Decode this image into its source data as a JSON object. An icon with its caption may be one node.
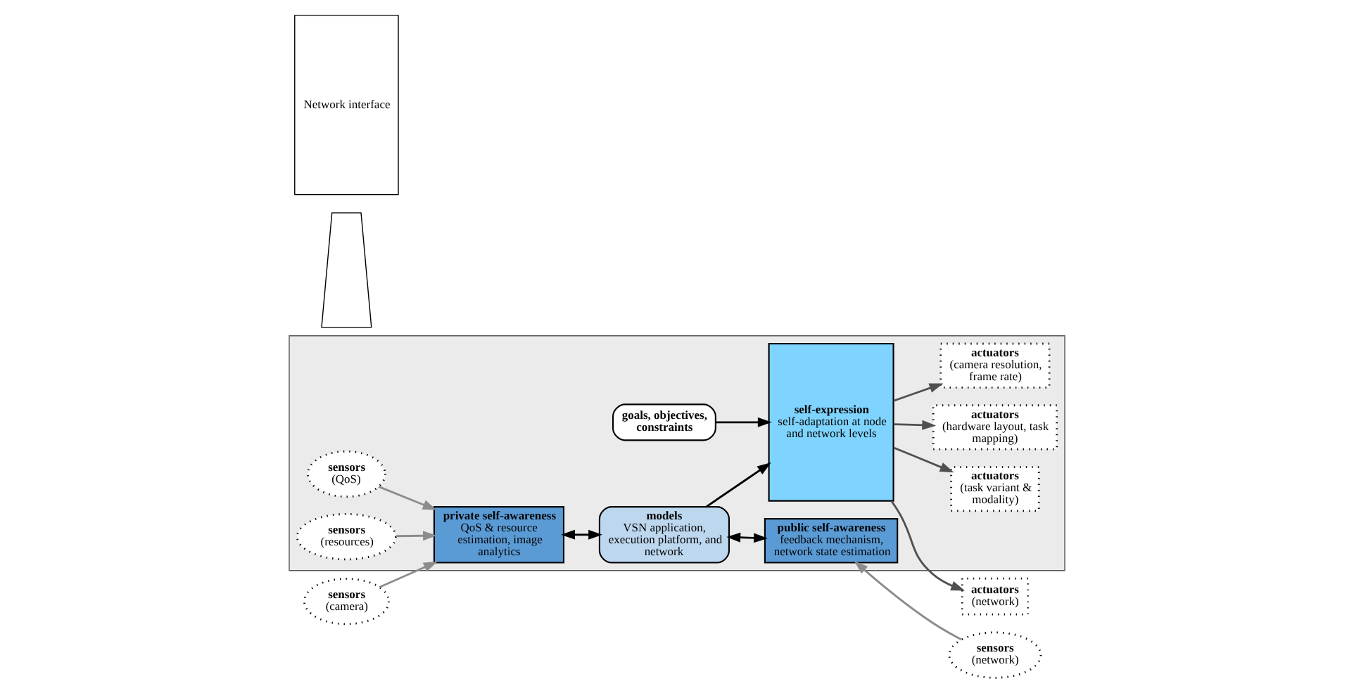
{
  "diagram": {
    "nodes": [
      {
        "text": [],
        "shape": "box"
      },
      {
        "text": [],
        "shape": "trapezoid"
      },
      {
        "text": [
          "sensors",
          "(QoS)"
        ],
        "in": 0
      },
      {
        "text": [
          "sensors",
          "(camera)"
        ]
      },
      {
        "text": [
          "private self-awareness",
          "QoS & resource estimation, image analytics"
        ],
        "in": 0
      },
      {
        "text": [
          "models",
          "VSN application, execution platform, and network"
        ],
        "in": 0
      },
      {
        "text": [
          "public self-awareness",
          "feedback mechanism, network state estimation"
        ],
        "in": 0
      },
      {
        "text": [
          "sensors",
          "(network)"
        ]
      },
      {
        "text": [
          "sensors",
          "(resources)"
        ],
        "in": 0
      },
      {
        "text": [
          "actuators",
          "(hardware layout, task mapping)"
        ],
        "in": 0
      },
      {
        "text": [
          "self-expression",
          "self-adaptation at node and network levels"
        ],
        "in": 0
      },
      {
        "text": [
          "goals, objectives, constraints"
        ],
        "in": 0
      },
      {
        "text": [
          "actuators",
          "(camera resolution, frame rate)"
        ],
        "in": 0
      },
      {
        "text": [
          "actuators",
          "(task variant & modality)"
        ],
        "in": 0
      },
      {
        "text": [
          "actuators",
          "(network)"
        ]
      },
      {
        "text": [
          "Network interface"
        ]
      }
    ],
    "edges": [
      {
        "from": 2,
        "to": 4,
        "arrow": "to",
        "color": "#8c8c8c"
      },
      {
        "from": 3,
        "to": 4,
        "arrow": "to",
        "color": "#8c8c8c"
      },
      {
        "from": 8,
        "to": 4,
        "arrow": "to",
        "color": "#8c8c8c"
      },
      {
        "from": 4,
        "to": 5,
        "arrow": "both",
        "color": "#000000"
      },
      {
        "from": 5,
        "to": 6,
        "arrow": "both",
        "color": "#000000"
      },
      {
        "from": 7,
        "to": 6,
        "arrow": "to",
        "color": "#8c8c8c"
      },
      {
        "from": 5,
        "to": 10,
        "arrow": "to",
        "color": "#000000"
      },
      {
        "from": 11,
        "to": 10,
        "arrow": "to",
        "color": "#000000"
      },
      {
        "from": 10,
        "to": 9,
        "arrow": "to",
        "color": "#505050"
      },
      {
        "from": 10,
        "to": 12,
        "arrow": "to",
        "color": "#505050"
      },
      {
        "from": 10,
        "to": 13,
        "arrow": "to",
        "color": "#505050"
      },
      {
        "from": 10,
        "to": 14,
        "arrow": "to",
        "color": "#505050"
      }
    ]
  }
}
